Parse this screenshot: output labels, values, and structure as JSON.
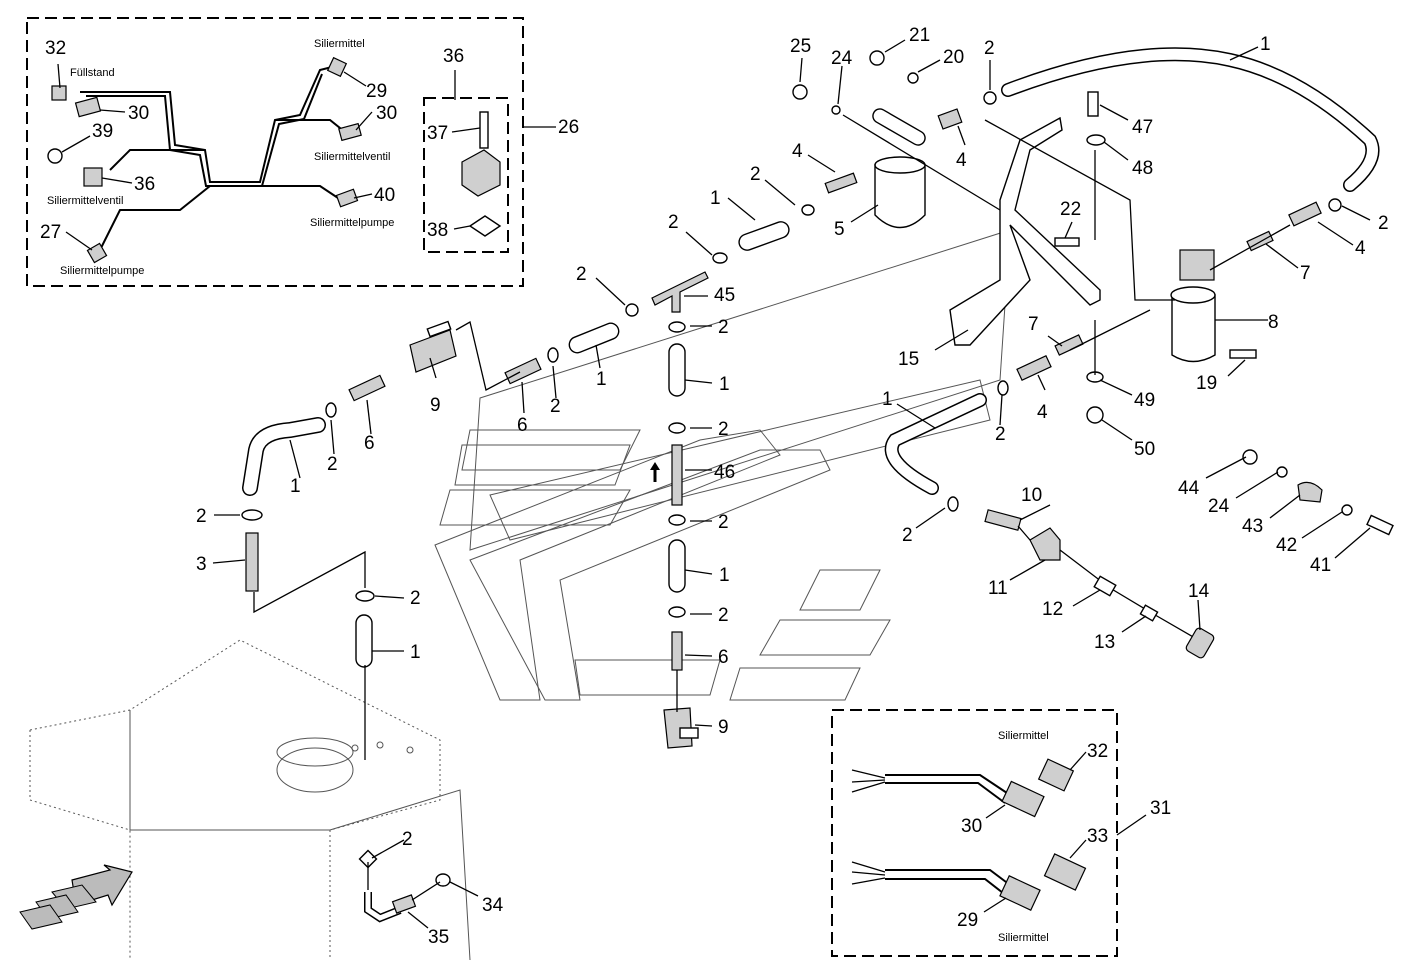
{
  "diagram": {
    "inset_top_left": {
      "labels": {
        "fullstand": "Füllstand",
        "siliermittel": "Siliermittel",
        "siliermittelventil_right": "Siliermittelventil",
        "siliermittelventil_left": "Siliermittelventil",
        "siliermittelpumpe_right": "Siliermittelpumpe",
        "siliermittelpumpe_left": "Siliermittelpumpe"
      },
      "callouts": {
        "c32": "32",
        "c30a": "30",
        "c39": "39",
        "c36": "36",
        "c27": "27",
        "c29": "29",
        "c30b": "30",
        "c40": "40",
        "c26": "26",
        "c36b": "36",
        "c37": "37",
        "c38": "38"
      }
    },
    "inset_bottom_right": {
      "labels": {
        "top": "Siliermittel",
        "bottom": "Siliermittel"
      },
      "callouts": {
        "c32": "32",
        "c30": "30",
        "c31": "31",
        "c33": "33",
        "c29": "29"
      }
    },
    "callouts": {
      "c25": "25",
      "c24": "24",
      "c21": "21",
      "c20": "20",
      "c2a": "2",
      "c1a": "1",
      "c47": "47",
      "c48": "48",
      "c4a": "4",
      "c4b": "4",
      "c5": "5",
      "c2b": "2",
      "c1b": "1",
      "c2c": "2",
      "c22": "22",
      "c2d": "2",
      "c4c": "4",
      "c7a": "7",
      "c8": "8",
      "c2e": "2",
      "c45": "45",
      "c2f": "2",
      "c15": "15",
      "c7b": "7",
      "c19": "19",
      "c1c": "1",
      "c1d": "1",
      "c9a": "9",
      "c6a": "6",
      "c2g": "2",
      "c4d": "4",
      "c49": "49",
      "c1e": "1",
      "c2h": "2",
      "c2i": "2",
      "c6b": "6",
      "c2j": "2",
      "c50": "50",
      "c1f": "1",
      "c46": "46",
      "c44": "44",
      "c24b": "24",
      "c10": "10",
      "c2k": "2",
      "c2l": "2",
      "c43": "43",
      "c2m": "2",
      "c42": "42",
      "c3": "3",
      "c11": "11",
      "c41": "41",
      "c1g": "1",
      "c2n": "2",
      "c14": "14",
      "c12": "12",
      "c13": "13",
      "c2o": "2",
      "c1h": "1",
      "c6c": "6",
      "c9b": "9",
      "c2p": "2",
      "c34": "34",
      "c35": "35"
    }
  }
}
